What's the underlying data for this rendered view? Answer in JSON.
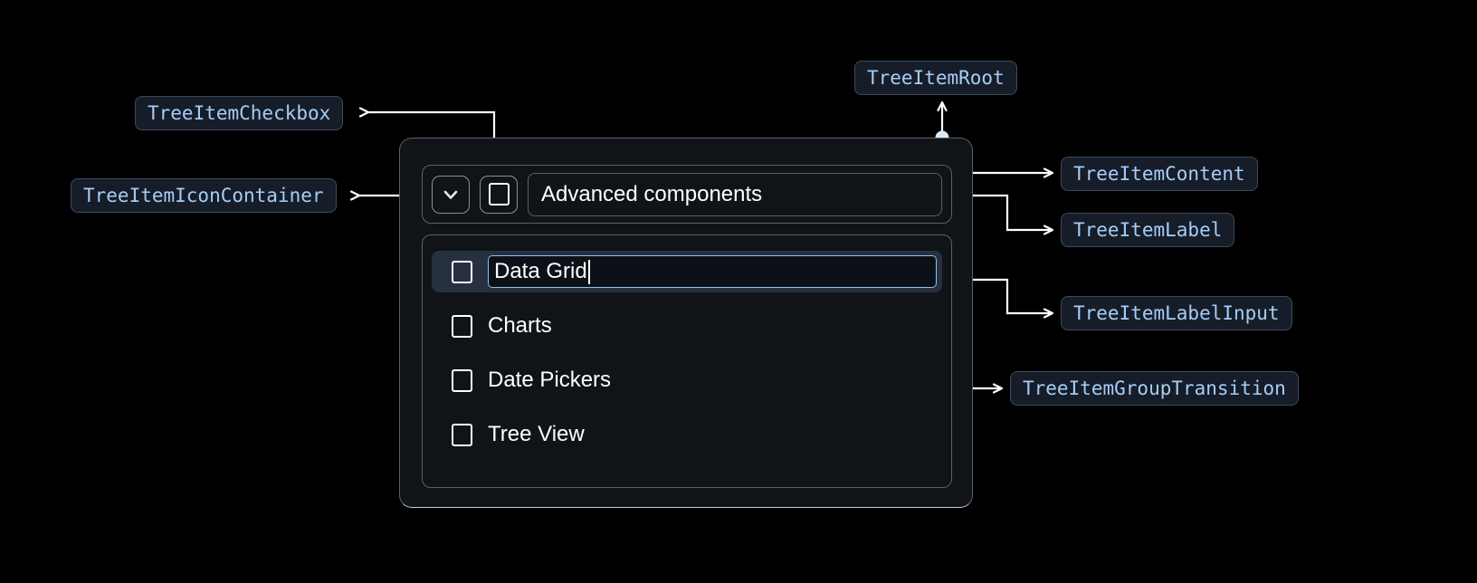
{
  "annotations": {
    "tree_item_checkbox": "TreeItemCheckbox",
    "tree_item_icon_container": "TreeItemIconContainer",
    "tree_item_root": "TreeItemRoot",
    "tree_item_content": "TreeItemContent",
    "tree_item_label": "TreeItemLabel",
    "tree_item_label_input": "TreeItemLabelInput",
    "tree_item_group_transition": "TreeItemGroupTransition"
  },
  "tree": {
    "root_label": "Advanced components",
    "expand_icon": "chevron-down-icon",
    "root_checkbox_checked": false,
    "children": [
      {
        "label": "Data Grid",
        "editing": true,
        "checked": false
      },
      {
        "label": "Charts",
        "editing": false,
        "checked": false
      },
      {
        "label": "Date Pickers",
        "editing": false,
        "checked": false
      },
      {
        "label": "Tree View",
        "editing": false,
        "checked": false
      }
    ]
  },
  "colors": {
    "background": "#000000",
    "badge_bg": "#161d29",
    "badge_border": "#3d4b5d",
    "badge_text": "#a6cdf6",
    "card_bg": "#101418",
    "card_border": "#5c6066",
    "selected_row_bg": "#263040",
    "input_focus_border": "#8fc2ef",
    "connector": "#ffffff",
    "connector_dot": "#dce7f5",
    "text": "#ffffff"
  }
}
